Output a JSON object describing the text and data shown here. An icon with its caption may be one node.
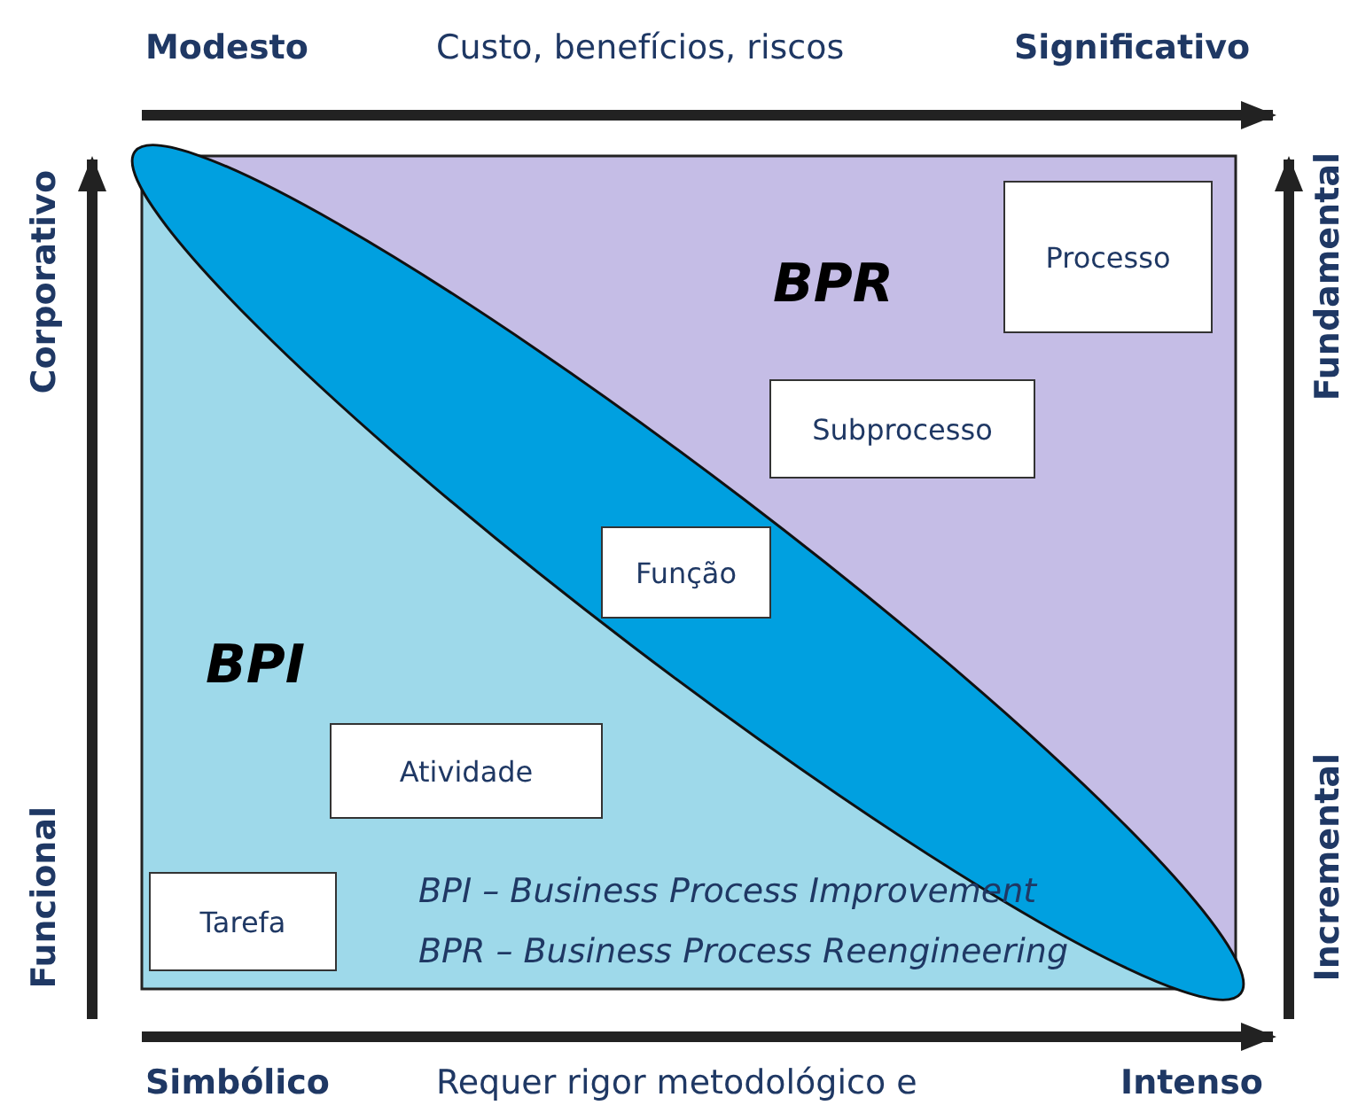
{
  "diagram": {
    "nodes": [
      {
        "text": [
          "Processo"
        ]
      },
      {
        "text": [
          "Subprocesso"
        ]
      },
      {
        "text": [
          "Função"
        ]
      },
      {
        "text": [
          "Atividade"
        ]
      },
      {
        "text": [
          "Tarefa"
        ]
      }
    ],
    "labels": [
      "Modesto",
      "Custo, benefícios, riscos",
      "Significativo",
      "Corporativo",
      "Fundamental",
      "BPR",
      "BPI",
      "Funcional",
      "Incremental",
      "BPI – Business Process Improvement",
      "BPR – Business Process Reengineering",
      "Simbólico",
      "Requer rigor metodológico e",
      "Intenso"
    ]
  }
}
